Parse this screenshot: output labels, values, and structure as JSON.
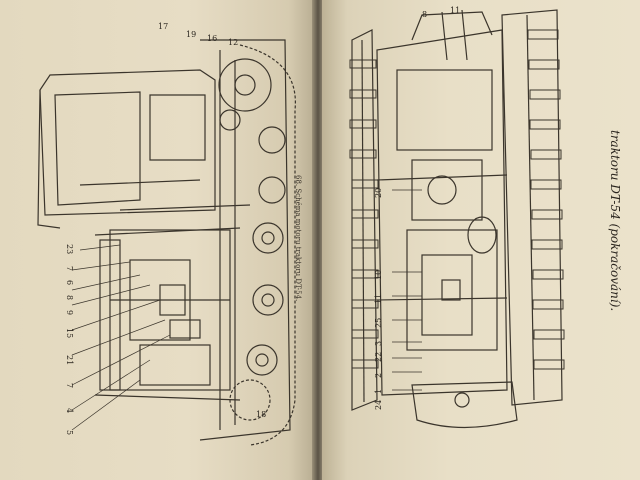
{
  "left_page": {
    "caption": "68. Schéma motoru traktoru DT-54.",
    "labels_left": [
      "23",
      "7",
      "6",
      "8",
      "9",
      "15",
      "21",
      "7",
      "4",
      "5"
    ],
    "labels_top": [
      "17",
      "19",
      "16",
      "12"
    ],
    "label_bottom": "18"
  },
  "right_page": {
    "caption": "traktoru DT-54 (pokračování).",
    "labels_top": [
      "8",
      "11"
    ],
    "labels_left": [
      "20",
      "10",
      "11",
      "25",
      "3",
      "22",
      "2",
      "1",
      "24"
    ]
  }
}
